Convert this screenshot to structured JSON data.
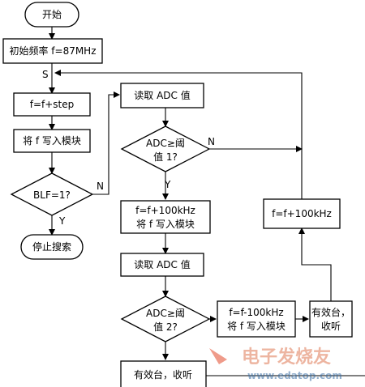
{
  "nodes": {
    "start": "开始",
    "init": "初始频率 f=87MHz",
    "step": "f=f+step",
    "write_module_1": "将 f 写入模块",
    "blf_line1": "BLF=1?",
    "stop": "停止搜索",
    "read_adc_1": "读取 ADC 值",
    "adc_threshold_1_line1": "ADC≥阈",
    "adc_threshold_1_line2": "值 1?",
    "plus100_line1": "f=f+100kHz",
    "plus100_line2": "将 f 写入模块",
    "read_adc_2": "读取 ADC 值",
    "adc_threshold_2_line1": "ADC≥阈",
    "adc_threshold_2_line2": "值 2?",
    "minus100_line1": "f=f-100kHz",
    "minus100_line2": "将 f 写入模块",
    "station_line1": "有效台，",
    "station_line2": "收听",
    "station_bottom": "有效台，收听",
    "plus100_right": "f=f+100kHz"
  },
  "labels": {
    "s": "S",
    "blf_yes": "Y",
    "blf_no": "N",
    "adc1_yes": "Y",
    "adc1_no": "N"
  },
  "watermark": {
    "title": "电子发烧友",
    "url": "www.edatop.com"
  }
}
